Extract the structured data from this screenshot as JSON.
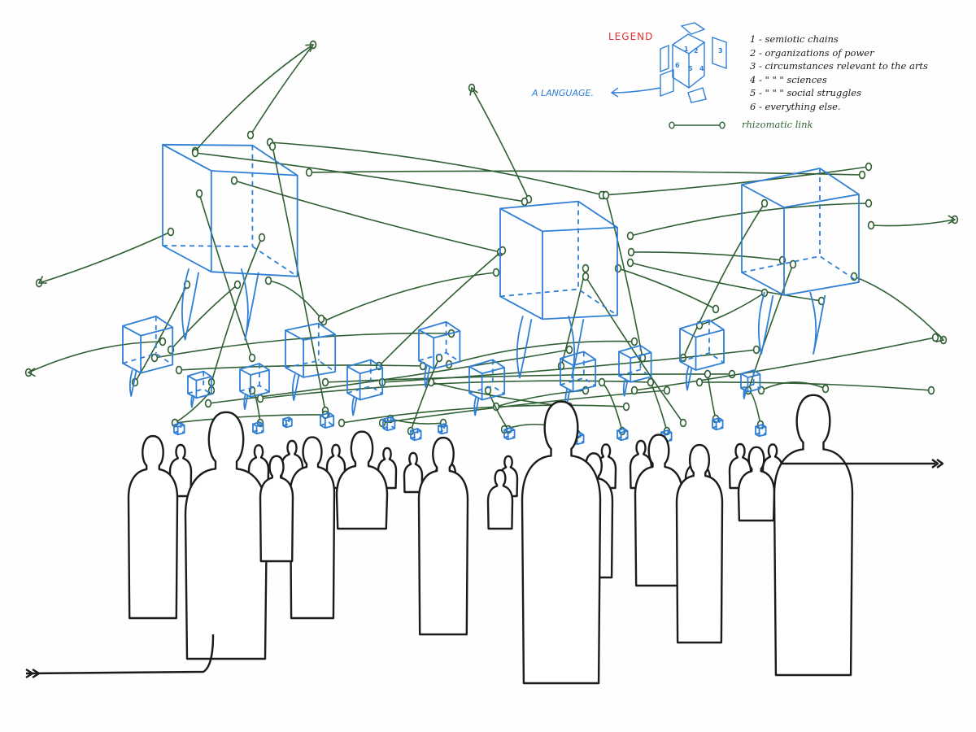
{
  "colors": {
    "ink": "#1b1b1b",
    "cube": "#2f7fd6",
    "link": "#2f5f33",
    "legend_title": "#e0322d",
    "language_label": "#2f7fd6"
  },
  "legend": {
    "title": "LEGEND",
    "language_label": "A LANGUAGE.",
    "cube_face_numbers": [
      "1",
      "2",
      "3",
      "4",
      "5",
      "6"
    ],
    "items": [
      "1 - semiotic chains",
      "2 - organizations of power",
      "3 - circumstances relevant to the arts",
      "4 - \" \" \" sciences",
      "5 - \" \" \" social struggles",
      "6 - everything else."
    ],
    "link_label": "rhizomatic link",
    "link_icon": "rhizomatic-link-icon"
  }
}
